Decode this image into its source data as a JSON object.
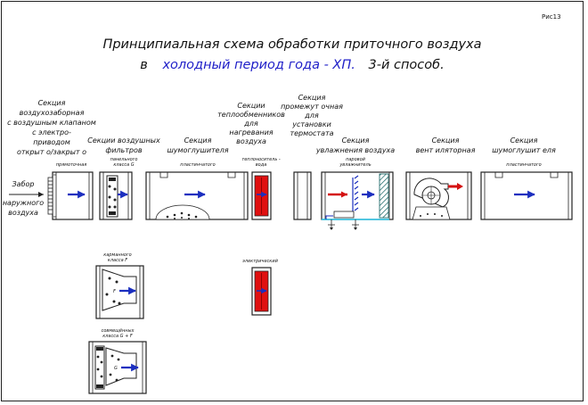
{
  "page_ref": "Рис13",
  "title": {
    "line1": "Принципиальная схема обработки приточного воздуха",
    "line2_prefix": "в",
    "line2_highlight": "холодный период года - ХП.",
    "line2_suffix": "3-й способ."
  },
  "inlet_label": [
    "Забор",
    "наружного",
    "воздуха"
  ],
  "sections": {
    "intake": {
      "heading": [
        "Секция",
        "воздухозаборная",
        "с воздушным клапаном",
        "с электро-",
        "приводом",
        "открыт о/закрыт о"
      ],
      "sub": "прямоточная"
    },
    "filters": {
      "heading": [
        "Секции воздушных",
        "фильтров"
      ],
      "sub": [
        "панельного",
        "класса G"
      ]
    },
    "silencer1": {
      "heading": [
        "Секция",
        "шумоглушителя"
      ],
      "sub": "пластинчатого"
    },
    "heater": {
      "heading": [
        "Секции",
        "теплообменников",
        "для",
        "нагревания",
        "воздуха"
      ],
      "sub": [
        "теплоноситель -",
        "вода"
      ]
    },
    "thermostat": {
      "heading": [
        "Секция",
        "промежут очная",
        "для",
        "установки",
        "термостата"
      ]
    },
    "humidifier": {
      "heading": [
        "Секция",
        "увлажнения воздуха"
      ],
      "sub": [
        "паровой",
        "увлажнитель"
      ]
    },
    "fan": {
      "heading": [
        "Секция",
        "вент иляторная"
      ]
    },
    "silencer2": {
      "heading": [
        "Секция",
        "шумоглушит еля"
      ],
      "sub": "пластинчатого"
    }
  },
  "alternatives": {
    "bag_filter": {
      "label": [
        "карманного",
        "класса F"
      ],
      "tag": "F"
    },
    "electric_heater": {
      "label": "электрический"
    },
    "combined_filter": {
      "label": [
        "совмещённых",
        "класса G + F"
      ],
      "tag": "G"
    }
  },
  "colors": {
    "flow_arrow": "#1b2fbf",
    "heater_fill": "#e01010",
    "humid_arrow": "#d41010",
    "fan_arrow": "#d41010",
    "water": "#27c3e6",
    "steam": "#1b2fbf",
    "coil": "#0d5f5f",
    "title_highlight": "#1f1fc8"
  }
}
